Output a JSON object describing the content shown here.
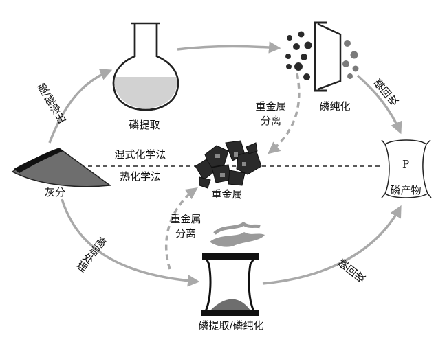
{
  "labels": {
    "phos_extract": "磷提取",
    "phos_purify": "磷纯化",
    "heavy_metal_sep_top_1": "重金属",
    "heavy_metal_sep_top_2": "分离",
    "acid_base_leach": "酸/碱浸出",
    "phos_recovery_top": "磷回收",
    "wet_chem": "湿式化学法",
    "thermo_chem": "热化学法",
    "ash": "灰分",
    "heavy_metal": "重金属",
    "phos_product": "磷产物",
    "product_bag_mark": "P",
    "heavy_metal_sep_bottom_1": "重金属",
    "heavy_metal_sep_bottom_2": "分离",
    "high_temp": "高温处理",
    "phos_recovery_bottom": "磷回收",
    "extract_purify": "磷提取/磷纯化"
  },
  "colors": {
    "arrow_gray": "#a9a9a9",
    "dark": "#222222",
    "liquid": "#d2d2d2",
    "ash_fill": "#6e6e6e",
    "smoke": "#9a9a9a"
  },
  "icons": [
    "flask-icon",
    "filter-icon",
    "ash-pile-icon",
    "heavy-metal-icon",
    "product-bag-icon",
    "furnace-icon"
  ]
}
